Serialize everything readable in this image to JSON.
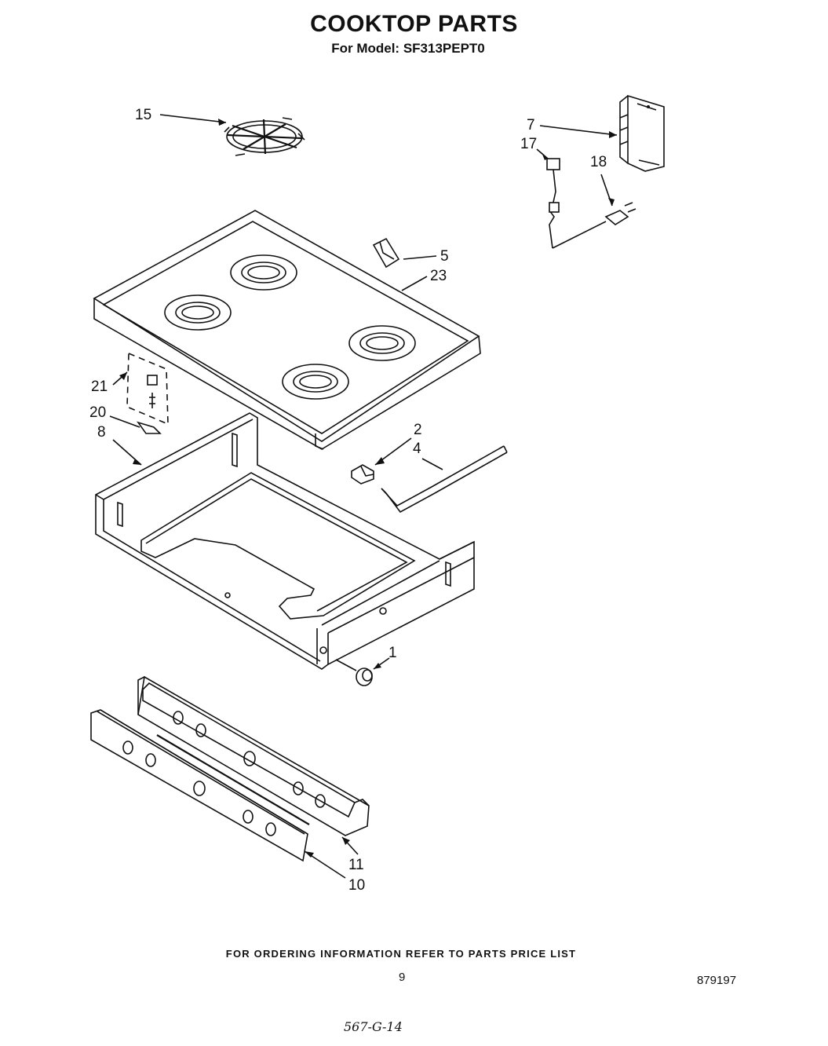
{
  "header": {
    "title": "COOKTOP PARTS",
    "model_line": "For Model: SF313PEPT0"
  },
  "callouts": {
    "c1": "1",
    "c2": "2",
    "c4": "4",
    "c5": "5",
    "c7": "7",
    "c8": "8",
    "c10": "10",
    "c11": "11",
    "c15": "15",
    "c17": "17",
    "c18": "18",
    "c20": "20",
    "c21": "21",
    "c23": "23"
  },
  "footer": {
    "ordering_note": "FOR ORDERING INFORMATION REFER TO PARTS PRICE LIST",
    "page_number": "9",
    "document_number": "879197",
    "handwritten_note": "567-G-14"
  }
}
